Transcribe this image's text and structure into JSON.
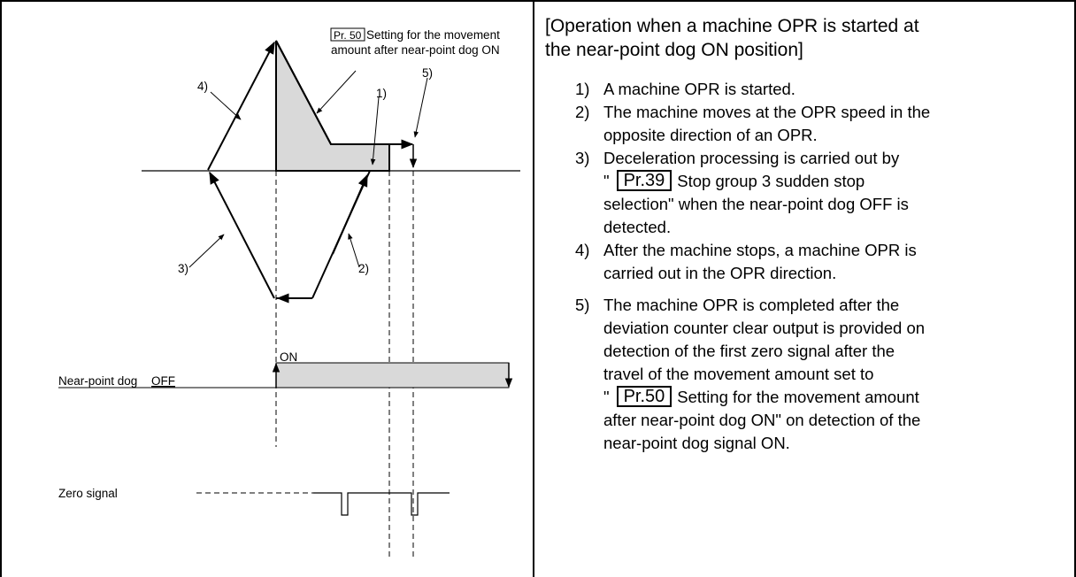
{
  "diagram": {
    "pr50_box": "Pr. 50",
    "pr50_line1": "Setting for the movement",
    "pr50_line2": "amount after near-point dog ON",
    "markers": {
      "m1": "1)",
      "m2": "2)",
      "m3": "3)",
      "m4": "4)",
      "m5": "5)"
    },
    "on_label": "ON",
    "near_point_label": "Near-point dog",
    "off_label": "OFF",
    "zero_signal_label": "Zero signal"
  },
  "panel": {
    "title_line1": "[Operation when a machine OPR is started at",
    "title_line2": "the near-point dog ON position]",
    "steps": [
      {
        "num": "1)",
        "line1": "A machine OPR is started."
      },
      {
        "num": "2)",
        "line1": "The machine moves at the OPR speed in the",
        "line2": "opposite direction of an OPR."
      },
      {
        "num": "3)",
        "line1": "Deceleration processing is carried out by",
        "quote": "\"",
        "pr": "Pr.39",
        "after_pr": "Stop group 3 sudden stop",
        "line3": "selection\" when the near-point dog OFF is",
        "line4": "detected."
      },
      {
        "num": "4)",
        "line1": "After the machine stops, a machine OPR is",
        "line2": "carried out in the OPR direction."
      },
      {
        "num": "5)",
        "line1": "The machine OPR is completed after the",
        "line2": "deviation counter clear output is provided on",
        "line3": "detection of the first zero signal after the",
        "line4": "travel of the movement amount set to",
        "quote": "\"",
        "pr": "Pr.50",
        "after_pr": "Setting for the movement amount",
        "line6": "after near-point dog ON\" on detection of the",
        "line7": "near-point dog signal ON."
      }
    ]
  }
}
